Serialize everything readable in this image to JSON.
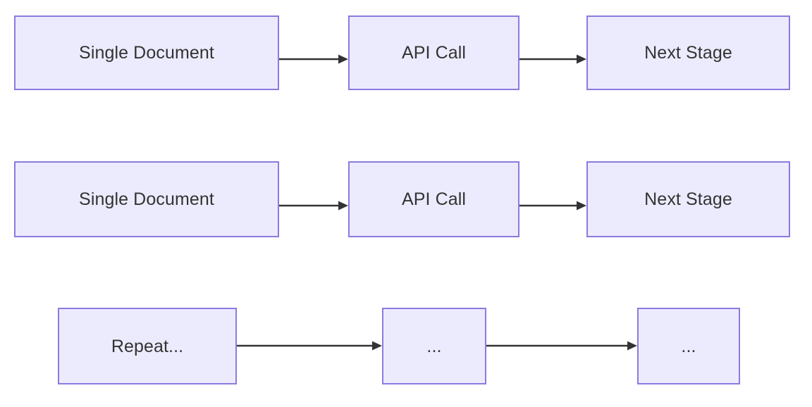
{
  "diagram": {
    "type": "flowchart",
    "background_color": "#FFFFFF",
    "node_fill_color": "#ECEBFE",
    "node_border_color": "#8C7AE0",
    "node_text_color": "#333333",
    "edge_color": "#333333",
    "rows": [
      {
        "id": "row-1",
        "nodes": [
          {
            "id": "r1-n1",
            "label": "Single Document"
          },
          {
            "id": "r1-n2",
            "label": "API Call"
          },
          {
            "id": "r1-n3",
            "label": "Next Stage"
          }
        ],
        "edges": [
          {
            "from": "r1-n1",
            "to": "r1-n2"
          },
          {
            "from": "r1-n2",
            "to": "r1-n3"
          }
        ]
      },
      {
        "id": "row-2",
        "nodes": [
          {
            "id": "r2-n1",
            "label": "Single Document"
          },
          {
            "id": "r2-n2",
            "label": "API Call"
          },
          {
            "id": "r2-n3",
            "label": "Next Stage"
          }
        ],
        "edges": [
          {
            "from": "r2-n1",
            "to": "r2-n2"
          },
          {
            "from": "r2-n2",
            "to": "r2-n3"
          }
        ]
      },
      {
        "id": "row-3",
        "nodes": [
          {
            "id": "r3-n1",
            "label": "Repeat..."
          },
          {
            "id": "r3-n2",
            "label": "..."
          },
          {
            "id": "r3-n3",
            "label": "..."
          }
        ],
        "edges": [
          {
            "from": "r3-n1",
            "to": "r3-n2"
          },
          {
            "from": "r3-n2",
            "to": "r3-n3"
          }
        ]
      }
    ]
  }
}
